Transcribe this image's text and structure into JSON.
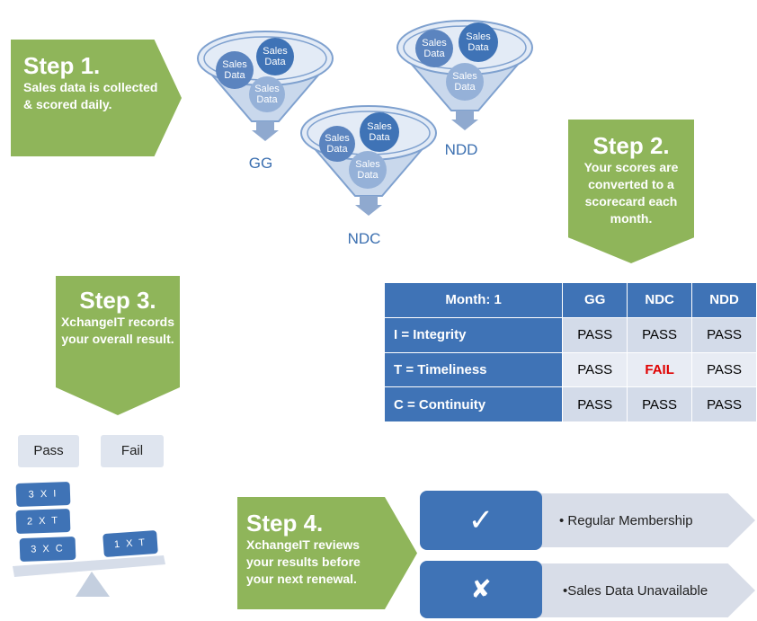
{
  "steps": {
    "step1": {
      "title": "Step 1.",
      "body": "Sales data is collected & scored daily."
    },
    "step2": {
      "title": "Step 2.",
      "body": "Your scores are converted to a scorecard each month."
    },
    "step3": {
      "title": "Step 3.",
      "body": "XchangeIT records your overall result."
    },
    "step4": {
      "title": "Step 4.",
      "body": "XchangeIT reviews your results before your next renewal."
    }
  },
  "funnels": {
    "bubble_label_line1": "Sales",
    "bubble_label_line2": "Data",
    "gg": "GG",
    "ndc": "NDC",
    "ndd": "NDD"
  },
  "scorecard": {
    "header": [
      "Month: 1",
      "GG",
      "NDC",
      "NDD"
    ],
    "rows": [
      {
        "label": "I = Integrity",
        "values": [
          "PASS",
          "PASS",
          "PASS"
        ]
      },
      {
        "label": "T = Timeliness",
        "values": [
          "PASS",
          "FAIL",
          "PASS"
        ]
      },
      {
        "label": "C = Continuity",
        "values": [
          "PASS",
          "PASS",
          "PASS"
        ]
      }
    ]
  },
  "balance": {
    "pass_label": "Pass",
    "fail_label": "Fail",
    "pass_chips": [
      "3 X I",
      "2 X T",
      "3 X C"
    ],
    "fail_chips": [
      "1 X T"
    ]
  },
  "results": {
    "pass_icon": "✓",
    "fail_icon": "✘",
    "pass_text": "• Regular Membership",
    "fail_text": "•Sales Data Unavailable"
  },
  "colors": {
    "green": "#8fb55a",
    "blue": "#3f73b6",
    "fail_red": "#e00000"
  }
}
